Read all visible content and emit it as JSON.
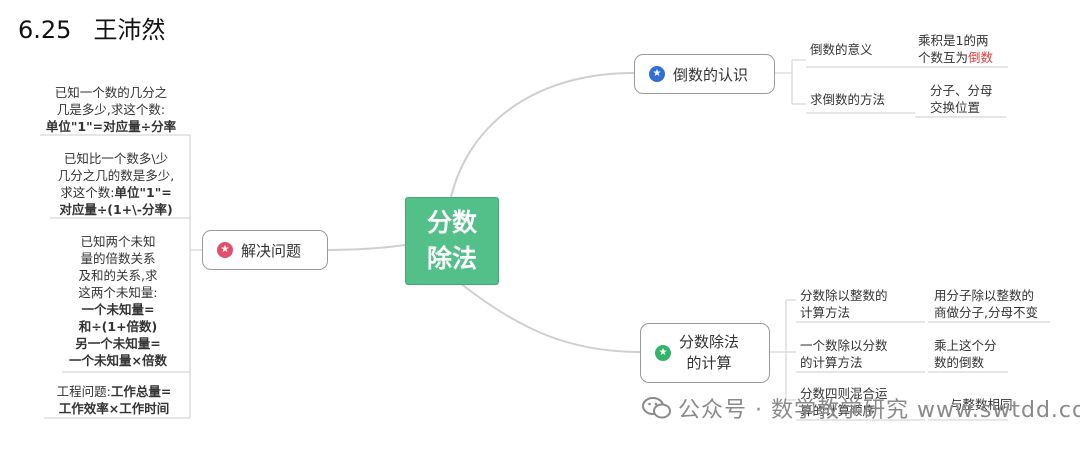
{
  "header": {
    "date": "6.25",
    "name": "王沛然"
  },
  "center": {
    "line1": "分数",
    "line2": "除法"
  },
  "branches": {
    "reciprocal": {
      "label": "倒数的认识",
      "meaning": "倒数的意义",
      "meaning_desc_1": "乘积是1的两",
      "meaning_desc_2a": "个数互为",
      "meaning_desc_2b": "倒数",
      "method": "求倒数的方法",
      "method_desc_1": "分子、分母",
      "method_desc_2": "交换位置"
    },
    "solve": {
      "label": "解决问题",
      "item1": {
        "l1": "已知一个数的几分之",
        "l2": "几是多少,求这个数:",
        "l3": "单位\"1\"=对应量÷分率"
      },
      "item2": {
        "l1": "已知比一个数多\\少",
        "l2": "几分之几的数是多少,",
        "l3a": "求这个数:",
        "l3b": "单位\"1\"=",
        "l4": "对应量÷(1+\\-分率)"
      },
      "item3": {
        "l1": "已知两个未知",
        "l2": "量的倍数关系",
        "l3": "及和的关系,求",
        "l4": "这两个未知量:",
        "l5": "一个未知量=",
        "l6": "和÷(1+倍数)",
        "l7": "另一个未知量=",
        "l8": "一个未知量×倍数"
      },
      "item4": {
        "l1a": "工程问题:",
        "l1b": "工作总量=",
        "l2": "工作效率×工作时间"
      }
    },
    "calc": {
      "label_1": "分数除法",
      "label_2": "的计算",
      "s1": {
        "title_1": "分数除以整数的",
        "title_2": "计算方法",
        "desc_1": "用分子除以整数的",
        "desc_2": "商做分子,分母不变"
      },
      "s2": {
        "title_1": "一个数除以分数",
        "title_2": "的计算方法",
        "desc_1": "乘上这个分",
        "desc_2": "数的倒数"
      },
      "s3": {
        "title_1": "分数四则混合运",
        "title_2": "算的计算顺序",
        "desc_1": "与整数相同"
      }
    }
  },
  "watermark": {
    "text": "公众号 · 数学教学研究   www.swtdd.com"
  },
  "colors": {
    "center": "#52c088",
    "icon_blue": "#2f6fd6",
    "icon_red": "#e0506a",
    "icon_green": "#34b36b",
    "highlight": "#e23b3b",
    "line": "#cfcfcf"
  }
}
